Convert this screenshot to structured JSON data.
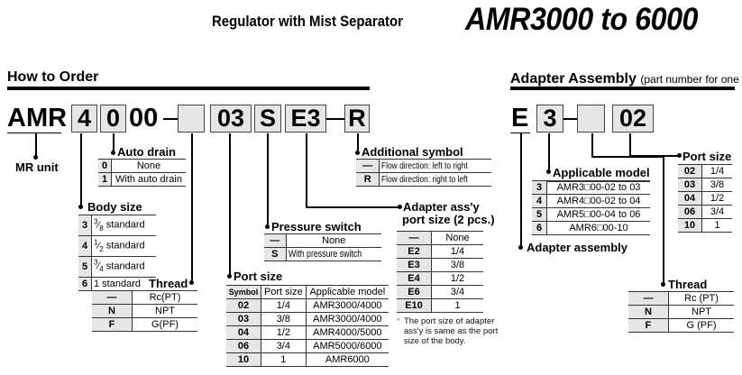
{
  "header": {
    "subtitle": "Regulator with Mist Separator",
    "title": "AMR3000 to 6000"
  },
  "how_to_order": {
    "heading": "How to Order",
    "code": {
      "prefix": "AMR",
      "body_size": "4",
      "auto_drain": "0",
      "fixed": "00",
      "thread": "",
      "port_size": "03",
      "pressure_switch": "S",
      "adapter": "E3",
      "additional": "R"
    },
    "mr_unit_label": "MR unit",
    "auto_drain": {
      "title": "Auto drain",
      "rows": [
        {
          "key": "0",
          "value": "None"
        },
        {
          "key": "1",
          "value": "With auto drain"
        }
      ]
    },
    "body_size": {
      "title": "Body size",
      "rows": [
        {
          "key": "3",
          "value": "3/8 standard"
        },
        {
          "key": "4",
          "value": "1/2 standard"
        },
        {
          "key": "5",
          "value": "3/4 standard"
        },
        {
          "key": "6",
          "value": "1 standard"
        }
      ]
    },
    "thread": {
      "title": "Thread",
      "rows": [
        {
          "key": "—",
          "value": "Rc(PT)"
        },
        {
          "key": "N",
          "value": "NPT"
        },
        {
          "key": "F",
          "value": "G(PF)"
        }
      ]
    },
    "port_size": {
      "title": "Port size",
      "headers": [
        "Symbol",
        "Port size",
        "Applicable model"
      ],
      "rows": [
        {
          "symbol": "02",
          "size": "1/4",
          "model": "AMR3000/4000"
        },
        {
          "symbol": "03",
          "size": "3/8",
          "model": "AMR3000/4000"
        },
        {
          "symbol": "04",
          "size": "1/2",
          "model": "AMR4000/5000"
        },
        {
          "symbol": "06",
          "size": "3/4",
          "model": "AMR5000/6000"
        },
        {
          "symbol": "10",
          "size": "1",
          "model": "AMR6000"
        }
      ]
    },
    "pressure_switch": {
      "title": "Pressure switch",
      "rows": [
        {
          "key": "—",
          "value": "None"
        },
        {
          "key": "S",
          "value": "With pressure switch"
        }
      ]
    },
    "additional_symbol": {
      "title": "Additional symbol",
      "rows": [
        {
          "key": "—",
          "value": "Flow direction: left to right"
        },
        {
          "key": "R",
          "value": "Flow direction: right to left"
        }
      ]
    },
    "adapter_port": {
      "title_line1": "Adapter ass'y",
      "title_line2": "port size (2 pcs.)",
      "rows": [
        {
          "key": "—",
          "value": "None"
        },
        {
          "key": "E2",
          "value": "1/4"
        },
        {
          "key": "E3",
          "value": "3/8"
        },
        {
          "key": "E4",
          "value": "1/2"
        },
        {
          "key": "E6",
          "value": "3/4"
        },
        {
          "key": "E10",
          "value": "1"
        }
      ],
      "note_mark": "*",
      "note": "The port size of adapter ass'y is same as the port size of the body."
    }
  },
  "adapter_assembly": {
    "heading": "Adapter Assembly",
    "heading_note": "(part number for one piece)",
    "code": {
      "prefix": "E",
      "model": "3",
      "thread": "",
      "port": "02"
    },
    "adapter_label": "Adapter assembly",
    "applicable_model": {
      "title": "Applicable model",
      "rows": [
        {
          "key": "3",
          "value": "AMR3□00-02 to 03"
        },
        {
          "key": "4",
          "value": "AMR4□00-02 to 04"
        },
        {
          "key": "5",
          "value": "AMR5□00-04 to 06"
        },
        {
          "key": "6",
          "value": "AMR6□00-10"
        }
      ]
    },
    "port_size": {
      "title": "Port size",
      "rows": [
        {
          "key": "02",
          "value": "1/4"
        },
        {
          "key": "03",
          "value": "3/8"
        },
        {
          "key": "04",
          "value": "1/2"
        },
        {
          "key": "06",
          "value": "3/4"
        },
        {
          "key": "10",
          "value": "1"
        }
      ]
    },
    "thread": {
      "title": "Thread",
      "rows": [
        {
          "key": "—",
          "value": "Rc (PT)"
        },
        {
          "key": "N",
          "value": "NPT"
        },
        {
          "key": "F",
          "value": "G (PF)"
        }
      ]
    }
  }
}
